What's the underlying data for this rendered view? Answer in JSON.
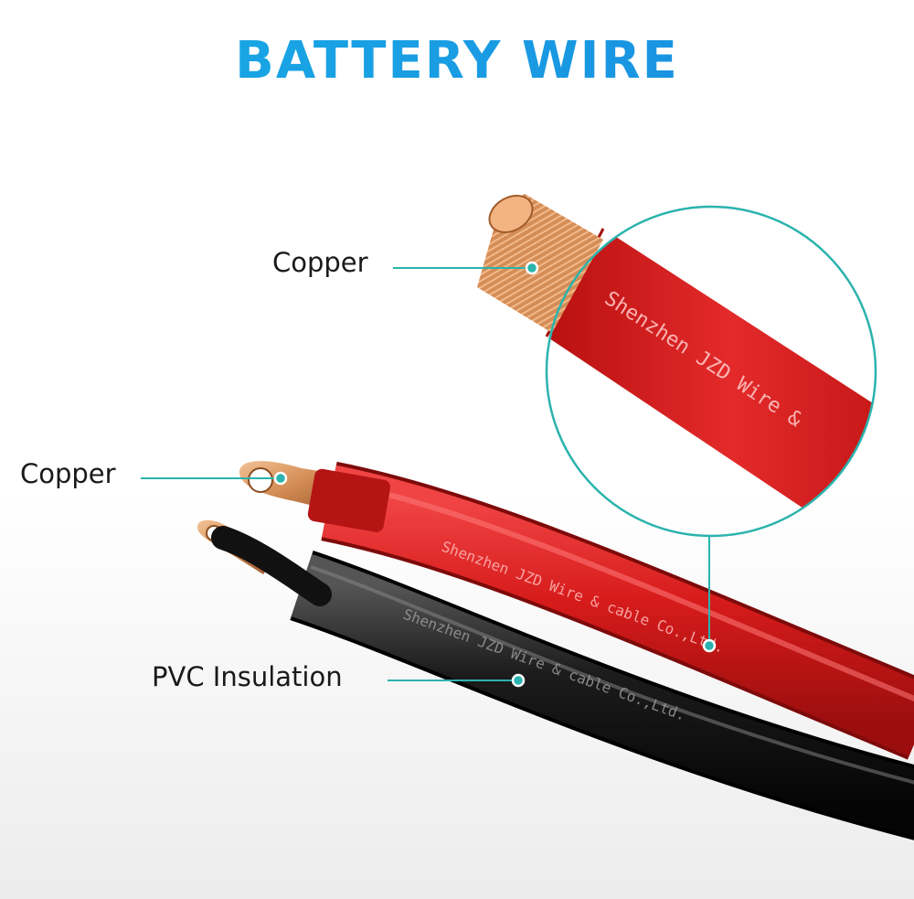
{
  "title": "BATTERY WIRE",
  "callouts": {
    "copper_top": "Copper",
    "copper_left": "Copper",
    "pvc": "PVC Insulation"
  },
  "cable_print": {
    "zoom": "Shenzhen JZD Wire &",
    "red": "Shenzhen JZD Wire & cable Co.,Ltd.",
    "black": "Shenzhen JZD Wire & cable Co.,Ltd."
  },
  "colors": {
    "title": "#1a9be3",
    "callout_line": "#2bb3ad",
    "red_insulation": "#d81f1f",
    "black_insulation": "#151515",
    "copper": "#c98a55"
  }
}
